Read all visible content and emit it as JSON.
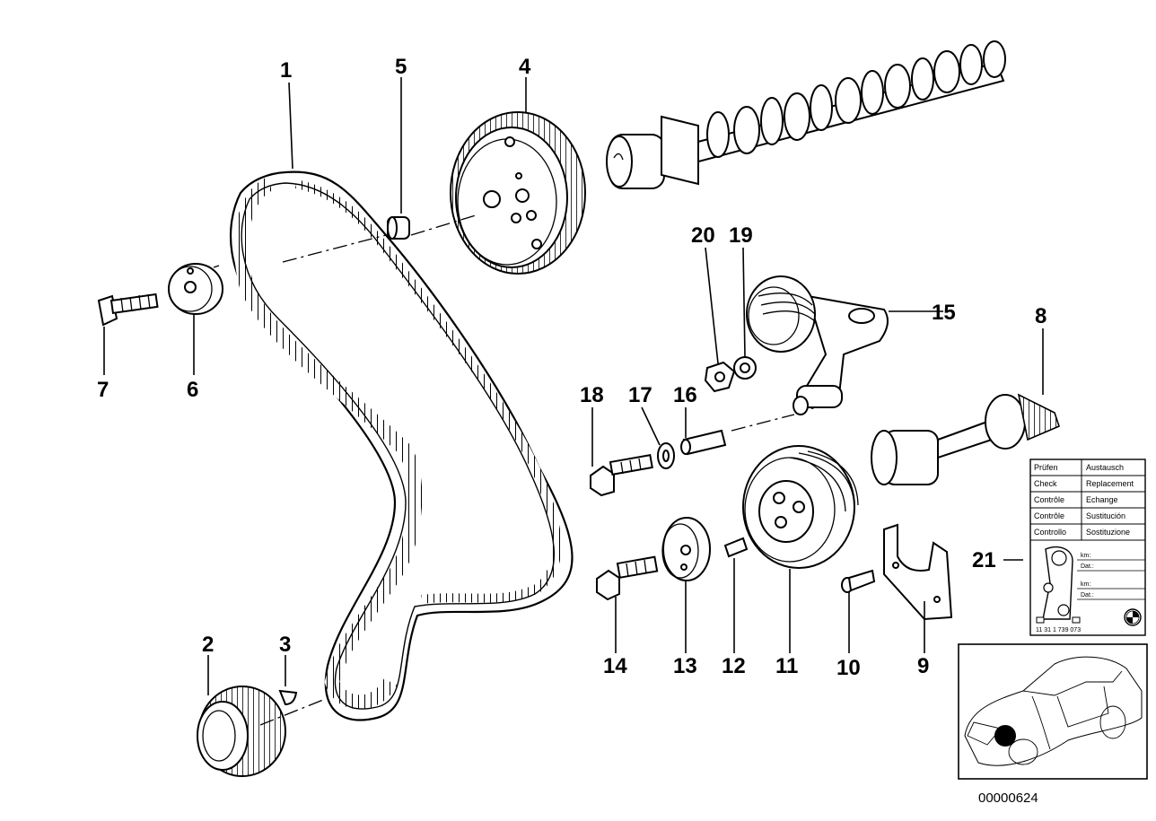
{
  "callouts": [
    {
      "id": "1",
      "label": "1"
    },
    {
      "id": "2",
      "label": "2"
    },
    {
      "id": "3",
      "label": "3"
    },
    {
      "id": "4",
      "label": "4"
    },
    {
      "id": "5",
      "label": "5"
    },
    {
      "id": "6",
      "label": "6"
    },
    {
      "id": "7",
      "label": "7"
    },
    {
      "id": "8",
      "label": "8"
    },
    {
      "id": "9",
      "label": "9"
    },
    {
      "id": "10",
      "label": "10"
    },
    {
      "id": "11",
      "label": "11"
    },
    {
      "id": "12",
      "label": "12"
    },
    {
      "id": "13",
      "label": "13"
    },
    {
      "id": "14",
      "label": "14"
    },
    {
      "id": "15",
      "label": "15"
    },
    {
      "id": "16",
      "label": "16"
    },
    {
      "id": "17",
      "label": "17"
    },
    {
      "id": "18",
      "label": "18"
    },
    {
      "id": "19",
      "label": "19"
    },
    {
      "id": "20",
      "label": "20"
    },
    {
      "id": "21",
      "label": "21"
    }
  ],
  "legend_table": {
    "rows": [
      [
        "Prüfen",
        "Austausch"
      ],
      [
        "Check",
        "Replacement"
      ],
      [
        "Contrôle",
        "Echange"
      ],
      [
        "Contrôle",
        "Sustitución"
      ],
      [
        "Controllo",
        "Sostituzione"
      ]
    ],
    "field_label_1": "km:",
    "field_label_2": "Dat.:",
    "field_label_3": "km:",
    "field_label_4": "Dat.:",
    "part_code": "11 31 1 739 073"
  },
  "diagram_id": "00000624"
}
